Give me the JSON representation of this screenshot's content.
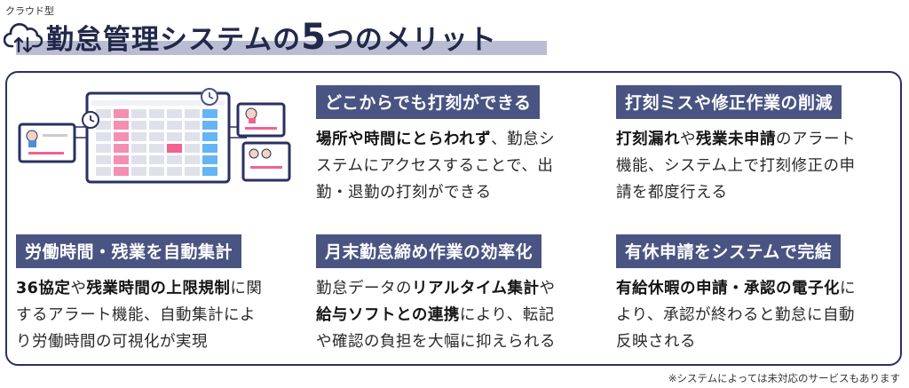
{
  "header": {
    "tag": "クラウド型",
    "title_pre": "勤怠管理システムの",
    "title_num": "5",
    "title_post": "つのメリット"
  },
  "items": [
    {
      "heading": "どこからでも打刻ができる",
      "lines": [
        [
          {
            "t": "場所や時間にとらわれず",
            "b": true
          },
          {
            "t": "、勤怠シ",
            "b": false
          }
        ],
        [
          {
            "t": "ステムにアクセスすることで、出",
            "b": false
          }
        ],
        [
          {
            "t": "勤・退勤の打刻ができる",
            "b": false
          }
        ]
      ]
    },
    {
      "heading": "打刻ミスや修正作業の削減",
      "lines": [
        [
          {
            "t": "打刻漏れ",
            "b": true
          },
          {
            "t": "や",
            "b": false
          },
          {
            "t": "残業未申請",
            "b": true
          },
          {
            "t": "のアラート",
            "b": false
          }
        ],
        [
          {
            "t": "機能、システム上で打刻修正の申",
            "b": false
          }
        ],
        [
          {
            "t": "請を都度行える",
            "b": false
          }
        ]
      ]
    },
    {
      "heading": "労働時間・残業を自動集計",
      "lines": [
        [
          {
            "t": "36協定",
            "b": true
          },
          {
            "t": "や",
            "b": false
          },
          {
            "t": "残業時間の上限規制",
            "b": true
          },
          {
            "t": "に関",
            "b": false
          }
        ],
        [
          {
            "t": "するアラート機能、自動集計によ",
            "b": false
          }
        ],
        [
          {
            "t": "り労働時間の可視化が実現",
            "b": false
          }
        ]
      ]
    },
    {
      "heading": "月末勤怠締め作業の効率化",
      "lines": [
        [
          {
            "t": "勤怠データの",
            "b": false
          },
          {
            "t": "リアルタイム集計",
            "b": true
          },
          {
            "t": "や",
            "b": false
          }
        ],
        [
          {
            "t": "給与ソフトとの連携",
            "b": true
          },
          {
            "t": "により、転記",
            "b": false
          }
        ],
        [
          {
            "t": "や確認の負担を大幅に抑えられる",
            "b": false
          }
        ]
      ]
    },
    {
      "heading": "有休申請をシステムで完結",
      "lines": [
        [
          {
            "t": "有給休暇の申請・承認の電子化",
            "b": true
          },
          {
            "t": "に",
            "b": false
          }
        ],
        [
          {
            "t": "より、承認が終わると勤怠に自動",
            "b": false
          }
        ],
        [
          {
            "t": "反映される",
            "b": false
          }
        ]
      ]
    }
  ],
  "footnote": "※システムによっては未対応のサービスもあります",
  "colors": {
    "heading_bg": "#4a5482",
    "title": "#22284a",
    "underline": "#b9bdd3",
    "border": "#2a3060"
  },
  "icons": [
    "cloud-upload-icon",
    "calendar-illustration"
  ]
}
